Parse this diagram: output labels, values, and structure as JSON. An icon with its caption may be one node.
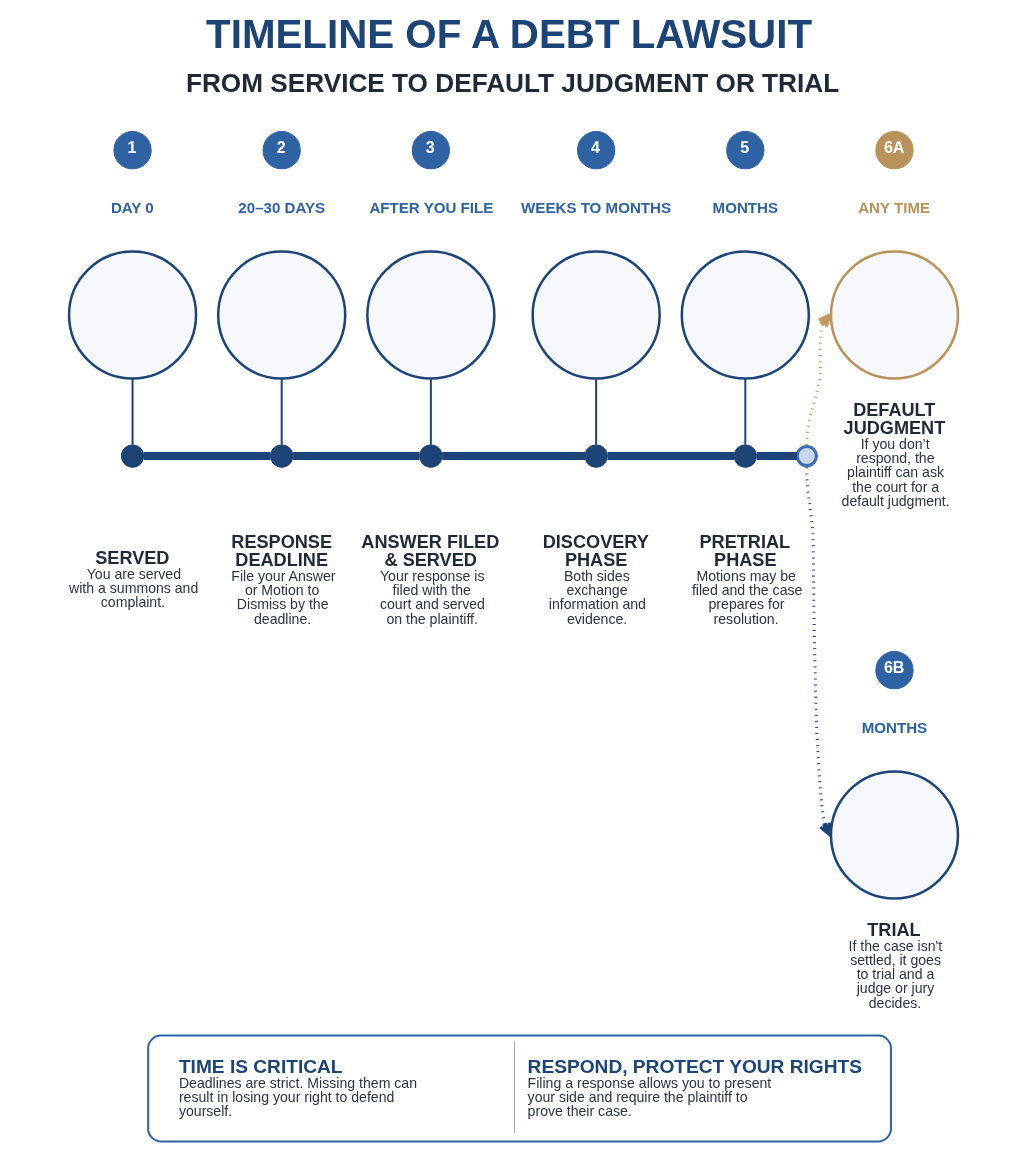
{
  "diagram": {
    "title": "TIMELINE OF A DEBT LAWSUIT",
    "nodes": [
      {
        "text": [
          "1"
        ],
        "beside": [
          "DAY 0"
        ]
      },
      {
        "text": [],
        "shape": "circle"
      },
      {
        "text": [],
        "shape": "circle",
        "beside": [
          "SERVED",
          "You are served with a summons and complaint."
        ]
      },
      {
        "text": [
          "2"
        ],
        "beside": [
          "20–30 DAYS"
        ]
      },
      {
        "text": [],
        "shape": "circle"
      },
      {
        "text": [],
        "shape": "circle",
        "beside": [
          "RESPONSE DEADLINE",
          "File your Answer or Motion to Dismiss by the deadline."
        ]
      },
      {
        "text": [
          "3"
        ],
        "beside": [
          "AFTER YOU FILE"
        ]
      },
      {
        "text": [],
        "shape": "circle"
      },
      {
        "text": [],
        "shape": "circle",
        "beside": [
          "ANSWER FILED & SERVED",
          "Your response is filed with the court and served on the plaintiff."
        ]
      },
      {
        "text": [
          "4"
        ],
        "beside": [
          "WEEKS TO MONTHS"
        ]
      },
      {
        "text": [],
        "shape": "circle"
      },
      {
        "text": [],
        "shape": "circle",
        "beside": [
          "DISCOVERY PHASE",
          "Both sides exchange information and evidence."
        ]
      },
      {
        "text": [
          "5"
        ],
        "beside": [
          "MONTHS"
        ]
      },
      {
        "text": [],
        "shape": "circle"
      },
      {
        "text": [],
        "shape": "circle",
        "beside": [
          "PRETRIAL PHASE",
          "Motions may be filed and the case prepares for resolution."
        ]
      },
      {
        "text": [],
        "shape": "circle"
      },
      {
        "text": [
          "6A"
        ],
        "beside": [
          "ANY TIME"
        ]
      },
      {
        "text": [],
        "shape": "circle",
        "beside": [
          "DEFAULT JUDGMENT",
          "If you don’t respond, the plaintiff can ask the court for a default judgment."
        ]
      },
      {
        "text": [
          "6B"
        ],
        "beside": [
          "MONTHS"
        ]
      },
      {
        "text": [],
        "shape": "circle",
        "beside": [
          "TRIAL",
          "If the case isn't settled, it goes to trial and a judge or jury decides."
        ]
      },
      {
        "text": [
          "TIME IS CRITICAL",
          "Deadlines are strict. Missing them can result in losing your right to defend yourself.",
          "RESPOND, PROTECT YOUR RIGHTS",
          "Filing a response allows you to present your side and require the plaintiff to prove their case."
        ]
      }
    ],
    "edges": [
      {
        "from": 1,
        "to": 2,
        "arrow": "none"
      },
      {
        "from": 4,
        "to": 5,
        "arrow": "none"
      },
      {
        "from": 7,
        "to": 8,
        "arrow": "none"
      },
      {
        "from": 10,
        "to": 11,
        "arrow": "none"
      },
      {
        "from": 13,
        "to": 14,
        "arrow": "none"
      },
      {
        "from": 2,
        "to": 5,
        "arrow": "none",
        "style": "thick"
      },
      {
        "from": 5,
        "to": 8,
        "arrow": "none",
        "style": "thick"
      },
      {
        "from": 8,
        "to": 11,
        "arrow": "none",
        "style": "thick"
      },
      {
        "from": 11,
        "to": 14,
        "arrow": "none",
        "style": "thick"
      },
      {
        "from": 14,
        "to": 15,
        "arrow": "none",
        "style": "thick"
      },
      {
        "from": 15,
        "to": 17,
        "arrow": "to",
        "style": "dashed",
        "color": "#c49a5c"
      },
      {
        "from": 15,
        "to": 19,
        "arrow": "to",
        "style": "dashed"
      }
    ],
    "labels": [
      "FROM SERVICE TO DEFAULT JUDGMENT OR TRIAL"
    ]
  }
}
